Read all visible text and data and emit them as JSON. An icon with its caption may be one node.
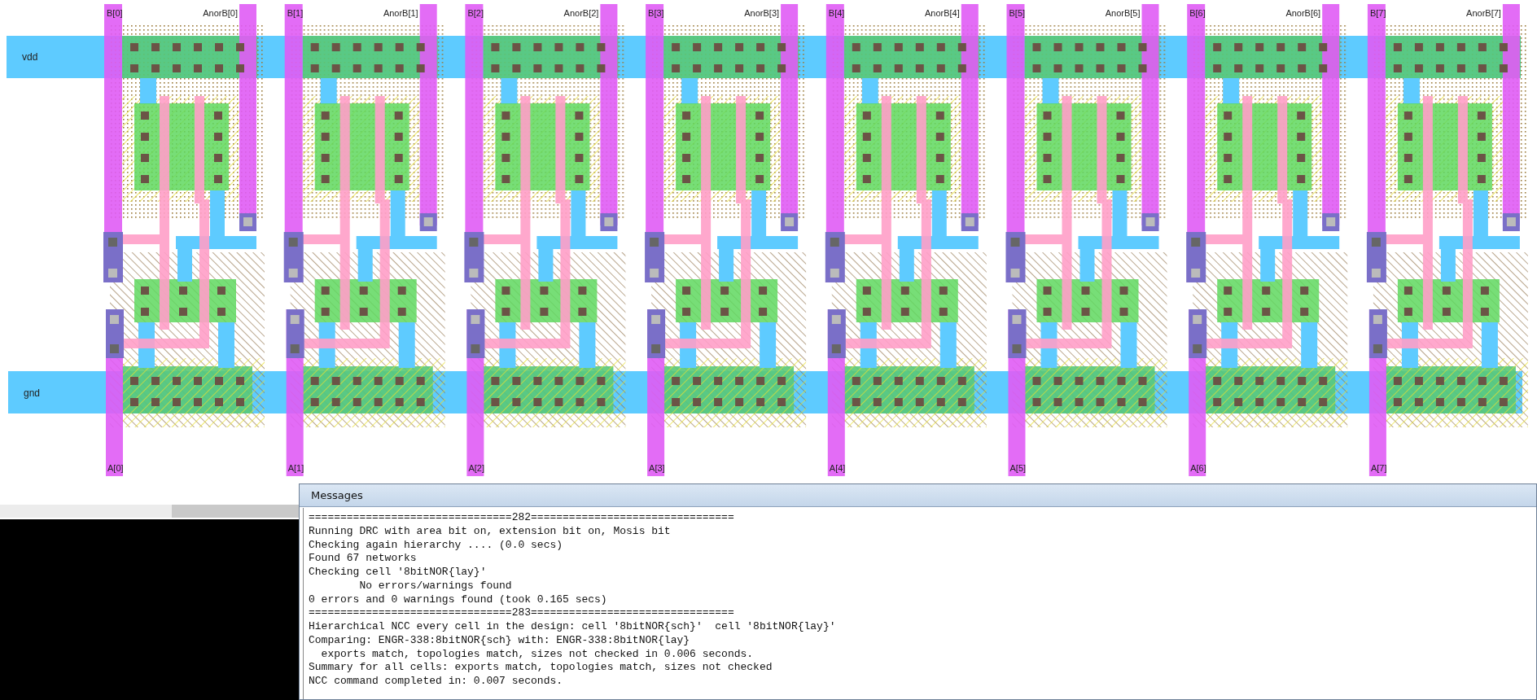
{
  "diagram": {
    "labels": [
      "B[0]",
      "AnorB[0]",
      "B[1]",
      "AnorB[1]",
      "B[2]",
      "AnorB[2]",
      "B[3]",
      "AnorB[3]",
      "B[4]",
      "AnorB[4]",
      "B[5]",
      "AnorB[5]",
      "B[6]",
      "AnorB[6]",
      "B[7]",
      "AnorB[7]",
      "vdd",
      "gnd",
      "A[0]",
      "A[1]",
      "A[2]",
      "A[3]",
      "A[4]",
      "A[5]",
      "A[6]",
      "A[7]",
      "Messages",
      "================================282================================",
      "Running DRC with area bit on, extension bit on, Mosis bit",
      "Checking again hierarchy .... (0.0 secs)",
      "Found 67 networks",
      "Checking cell '8bitNOR{lay}'",
      "        No errors/warnings found",
      "0 errors and 0 warnings found (took 0.165 secs)",
      "================================283================================",
      "Hierarchical NCC every cell in the design: cell '8bitNOR{sch}'  cell '8bitNOR{lay}'",
      "Comparing: ENGR-338:8bitNOR{sch} with: ENGR-338:8bitNOR{lay}",
      "  exports match, topologies match, sizes not checked in 0.006 seconds.",
      "Summary for all cells: exports match, topologies match, sizes not checked",
      "NCC command completed in: 0.007 seconds."
    ]
  }
}
